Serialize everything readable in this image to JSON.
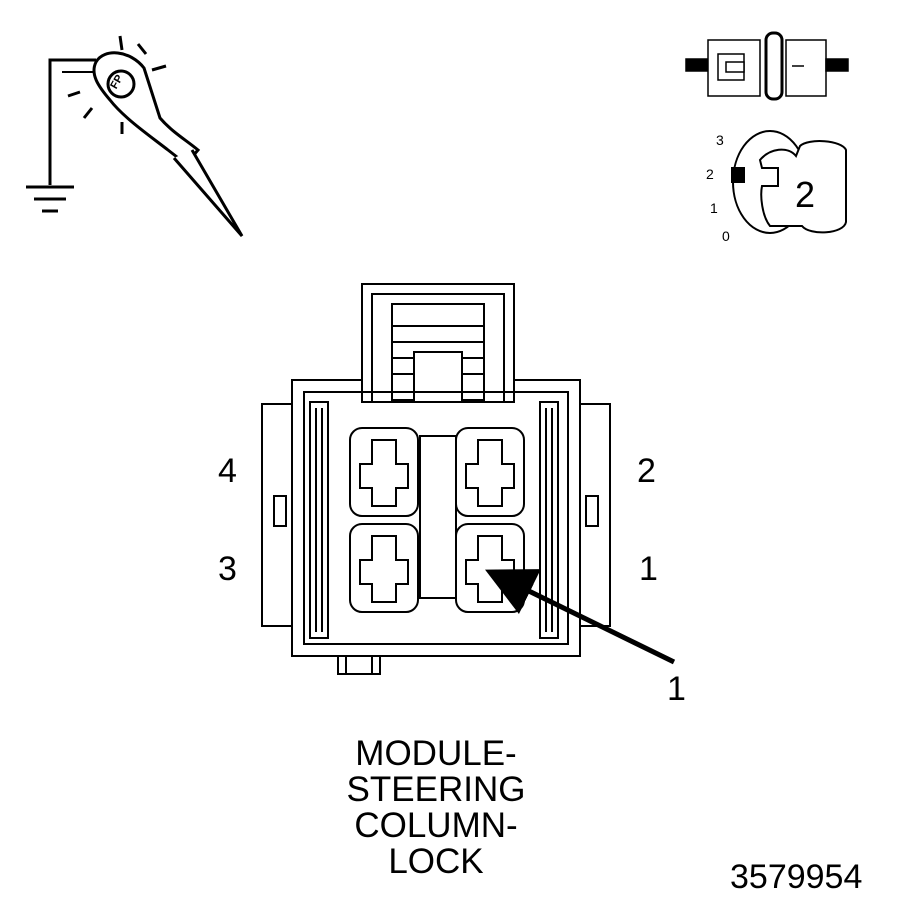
{
  "test_light": {
    "badge_text": "FP"
  },
  "ignition": {
    "positions": [
      "3",
      "2",
      "1",
      "0"
    ],
    "key_position": "2"
  },
  "connector": {
    "pin_labels": {
      "p1": "1",
      "p2": "2",
      "p3": "3",
      "p4": "4"
    },
    "callout_label": "1"
  },
  "caption": {
    "line1": "MODULE-",
    "line2": "STEERING",
    "line3": "COLUMN-",
    "line4": "LOCK"
  },
  "figure_id": "3579954"
}
